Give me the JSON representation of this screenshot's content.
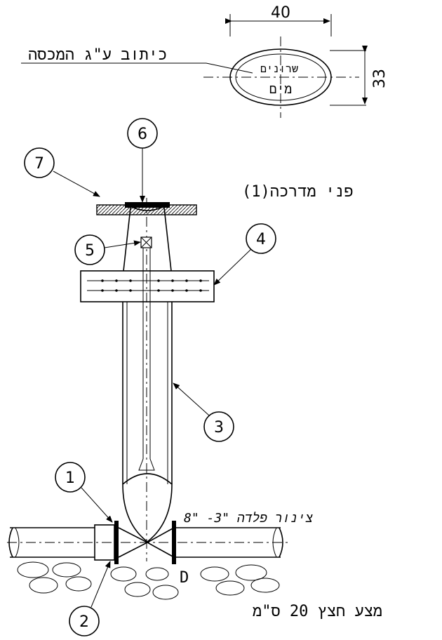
{
  "cover": {
    "dim_width": "40",
    "dim_height": "33",
    "top_text": "שרונים",
    "bottom_text": "מים",
    "caption": "כיתוב ע\"ג המכסה"
  },
  "labels": {
    "paving": "פני מדרכה(1)",
    "pipe": "צינור פלדה \"3- \"8",
    "gravel": "מצע חצץ 20 ס\"מ",
    "valve": "D"
  },
  "callouts": [
    "1",
    "2",
    "3",
    "4",
    "5",
    "6",
    "7"
  ]
}
